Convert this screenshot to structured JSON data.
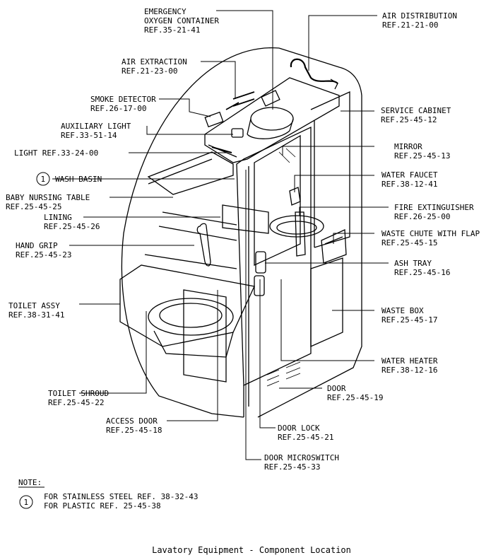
{
  "callouts": {
    "emergency_oxygen_1": "EMERGENCY",
    "emergency_oxygen_2": "OXYGEN CONTAINER",
    "emergency_oxygen_ref": "REF.35-21-41",
    "air_distribution": "AIR DISTRIBUTION",
    "air_distribution_ref": "REF.21-21-00",
    "air_extraction": "AIR EXTRACTION",
    "air_extraction_ref": "REF.21-23-00",
    "smoke_detector": "SMOKE DETECTOR",
    "smoke_detector_ref": "REF.26-17-00",
    "service_cabinet": "SERVICE CABINET",
    "service_cabinet_ref": "REF.25-45-12",
    "auxiliary_light": "AUXILIARY LIGHT",
    "auxiliary_light_ref": "REF.33-51-14",
    "light": "LIGHT REF.33-24-00",
    "mirror": "MIRROR",
    "mirror_ref": "REF.25-45-13",
    "wash_basin": "WASH BASIN",
    "wash_basin_note": "1",
    "water_faucet": "WATER FAUCET",
    "water_faucet_ref": "REF.38-12-41",
    "baby_nursing": "BABY NURSING TABLE",
    "baby_nursing_ref": "REF.25-45-25",
    "fire_extinguisher": "FIRE EXTINGUISHER",
    "fire_extinguisher_ref": "REF.26-25-00",
    "lining": "LINING",
    "lining_ref": "REF.25-45-26",
    "waste_chute": "WASTE CHUTE WITH FLAP",
    "waste_chute_ref": "REF.25-45-15",
    "hand_grip": "HAND GRIP",
    "hand_grip_ref": "REF.25-45-23",
    "ash_tray": "ASH TRAY",
    "ash_tray_ref": "REF.25-45-16",
    "toilet_assy": "TOILET ASSY",
    "toilet_assy_ref": "REF.38-31-41",
    "waste_box": "WASTE BOX",
    "waste_box_ref": "REF.25-45-17",
    "water_heater": "WATER HEATER",
    "water_heater_ref": "REF.38-12-16",
    "door": "DOOR",
    "door_ref": "REF.25-45-19",
    "toilet_shroud": "TOILET SHROUD",
    "toilet_shroud_ref": "REF.25-45-22",
    "access_door": "ACCESS DOOR",
    "access_door_ref": "REF.25-45-18",
    "door_lock": "DOOR LOCK",
    "door_lock_ref": "REF.25-45-21",
    "door_microswitch": "DOOR MICROSWITCH",
    "door_microswitch_ref": "REF.25-45-33"
  },
  "note": {
    "heading": "NOTE:",
    "marker": "1",
    "line1": "FOR STAINLESS STEEL REF. 38-32-43",
    "line2": "FOR PLASTIC REF. 25-45-38"
  },
  "caption": "Lavatory Equipment - Component Location"
}
